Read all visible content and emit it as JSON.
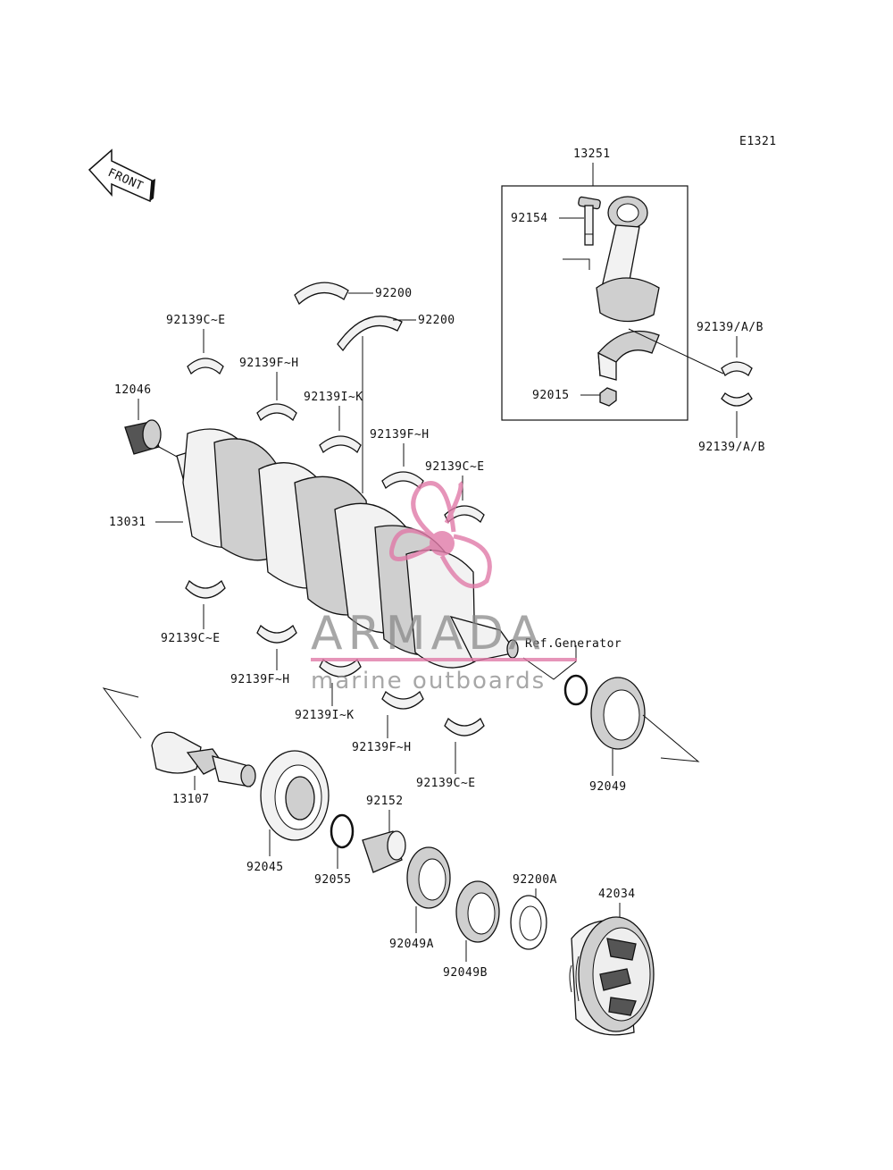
{
  "diagram": {
    "code": "E1321",
    "front_label": "FRONT",
    "callouts": {
      "p13251": "13251",
      "p92154": "92154",
      "p92015": "92015",
      "p92139ab_upper": "92139/A/B",
      "p92139ab_lower": "92139/A/B",
      "p92200_a": "92200",
      "p92200_b": "92200",
      "p92139ce_1": "92139C~E",
      "p92139fh_1": "92139F~H",
      "p92139ik_1": "92139I~K",
      "p92139fh_2": "92139F~H",
      "p92139ce_2": "92139C~E",
      "p12046": "12046",
      "p13031": "13031",
      "p92139ce_3": "92139C~E",
      "p92139fh_3": "92139F~H",
      "p92139ik_2": "92139I~K",
      "p92139fh_4": "92139F~H",
      "p92139ce_4": "92139C~E",
      "ref_generator": "Ref.Generator",
      "p92049": "92049",
      "p13107": "13107",
      "p92045": "92045",
      "p92055": "92055",
      "p92152": "92152",
      "p92049a": "92049A",
      "p92200a": "92200A",
      "p92049b": "92049B",
      "p42034": "42034"
    }
  },
  "watermark": {
    "brand": "ARMADA",
    "tagline": "marine outboards",
    "accent_color": "#e07aa8"
  }
}
